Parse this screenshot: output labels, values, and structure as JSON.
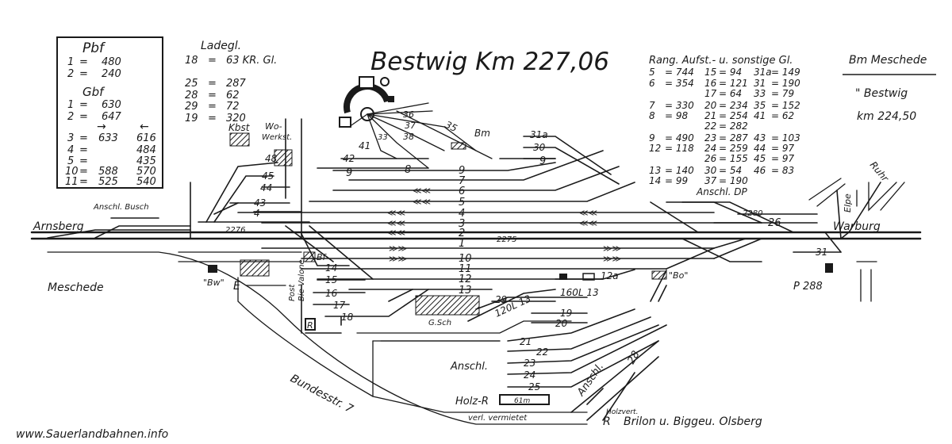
{
  "title": "Bestwig Km 227,06",
  "website": "www.Sauerlandbahnen.info",
  "pbf_box": {
    "heading_pbf": "Pbf",
    "pbf_rows": [
      [
        "1",
        "=",
        "480"
      ],
      [
        "2",
        "=",
        "240"
      ]
    ],
    "heading_gbf": "Gbf",
    "gbf_rows": [
      [
        "1",
        "=",
        "630"
      ],
      [
        "2",
        "=",
        "647"
      ]
    ],
    "arrow_right": "→",
    "arrow_left": "←",
    "dir_rows": [
      [
        "3",
        "=",
        "633",
        "616"
      ],
      [
        "4",
        "=",
        "",
        "484"
      ],
      [
        "5",
        "=",
        "",
        "435"
      ],
      [
        "10",
        "=",
        "588",
        "570"
      ],
      [
        "11",
        "=",
        "525",
        "540"
      ]
    ]
  },
  "ladegl": {
    "heading": "Ladegl.",
    "rows": [
      [
        "18",
        "=",
        "63 KR. Gl."
      ],
      [
        "25",
        "=",
        "287"
      ],
      [
        "28",
        "=",
        "62"
      ],
      [
        "29",
        "=",
        "72"
      ],
      [
        "19",
        "=",
        "320"
      ]
    ]
  },
  "rang": {
    "heading": "Rang. Aufst.- u. sonstige Gl.",
    "rows": [
      [
        "5",
        "= 744",
        "15",
        "= 94",
        "31a",
        "= 149"
      ],
      [
        "6",
        "= 354",
        "16",
        "= 121",
        "31",
        "= 190"
      ],
      [
        "",
        "",
        "17",
        "= 64",
        "33",
        "= 79"
      ],
      [
        "7",
        "= 330",
        "20",
        "= 234",
        "35",
        "= 152"
      ],
      [
        "8",
        "= 98",
        "21",
        "= 254",
        "41",
        "= 62"
      ],
      [
        "",
        "",
        "22",
        "= 282",
        "",
        ""
      ],
      [
        "9",
        "= 490",
        "23",
        "= 287",
        "43",
        "= 103"
      ],
      [
        "12",
        "= 118",
        "24",
        "= 259",
        "44",
        "= 97"
      ],
      [
        "",
        "",
        "26",
        "= 155",
        "45",
        "= 97"
      ],
      [
        "13",
        "= 140",
        "30",
        "= 54",
        "46",
        "= 83"
      ],
      [
        "14",
        "= 99",
        "37",
        "= 190",
        "",
        ""
      ]
    ]
  },
  "km_box": {
    "line1": "Bm Meschede",
    "line2": "\" Bestwig",
    "line3": "km 224,50"
  },
  "places": {
    "arnsberg": "Arnsberg",
    "meschede": "Meschede",
    "warburg": "Warburg",
    "ruhr": "Ruhr",
    "elpe": "Elpe",
    "brilon": "Brilon u. Biggeu. Olsberg",
    "bundesstr": "Bundesstr. 7"
  },
  "labels": {
    "anschl_busch": "Anschl. Busch",
    "anschl_dp": "Anschl. DP",
    "anschl": "Anschl.",
    "anschl2": "Anschl.",
    "kbst": "Kbst",
    "wo_werkst": "Wo-",
    "werkst": "Werkst.",
    "bm": "Bm",
    "bw": "\"Bw\"",
    "bo": "\"Bo\"",
    "bf": "Bf",
    "post": "Post",
    "bie_valone": "Bie Valone",
    "gsch": "G.Sch",
    "l160": "160L 13",
    "l120": "120L 13",
    "holz_r": "Holz-R",
    "vermietet": "verl. vermietet",
    "holzvert": "Holzvert.",
    "r": "R",
    "p288": "P 288",
    "m61": "61m",
    "km2280": "2280",
    "km2275": "2275",
    "km2276": "2276",
    "e": "E"
  },
  "tracks_main": [
    "9",
    "7",
    "6",
    "5",
    "4",
    "3",
    "2",
    "1",
    "10",
    "11",
    "12",
    "13"
  ],
  "tracks_other": {
    "t8": "8",
    "t9b": "9",
    "t9c": "9",
    "t41": "41",
    "t42": "42",
    "t48": "48",
    "t45": "45",
    "t44": "44",
    "t43": "43",
    "t4b": "4",
    "t14": "14",
    "t15": "15",
    "t16": "16",
    "t17": "17",
    "t18": "18",
    "t19": "19",
    "t20": "20",
    "t21": "21",
    "t22": "22",
    "t23": "23",
    "t24": "24",
    "t25": "25",
    "t26": "26",
    "t28": "28",
    "t29": "29",
    "t30": "30",
    "t31": "31",
    "t31a": "31a",
    "t33": "33",
    "t35": "35",
    "t36": "36",
    "t37": "37",
    "t38": "38",
    "t12a": "12a"
  }
}
